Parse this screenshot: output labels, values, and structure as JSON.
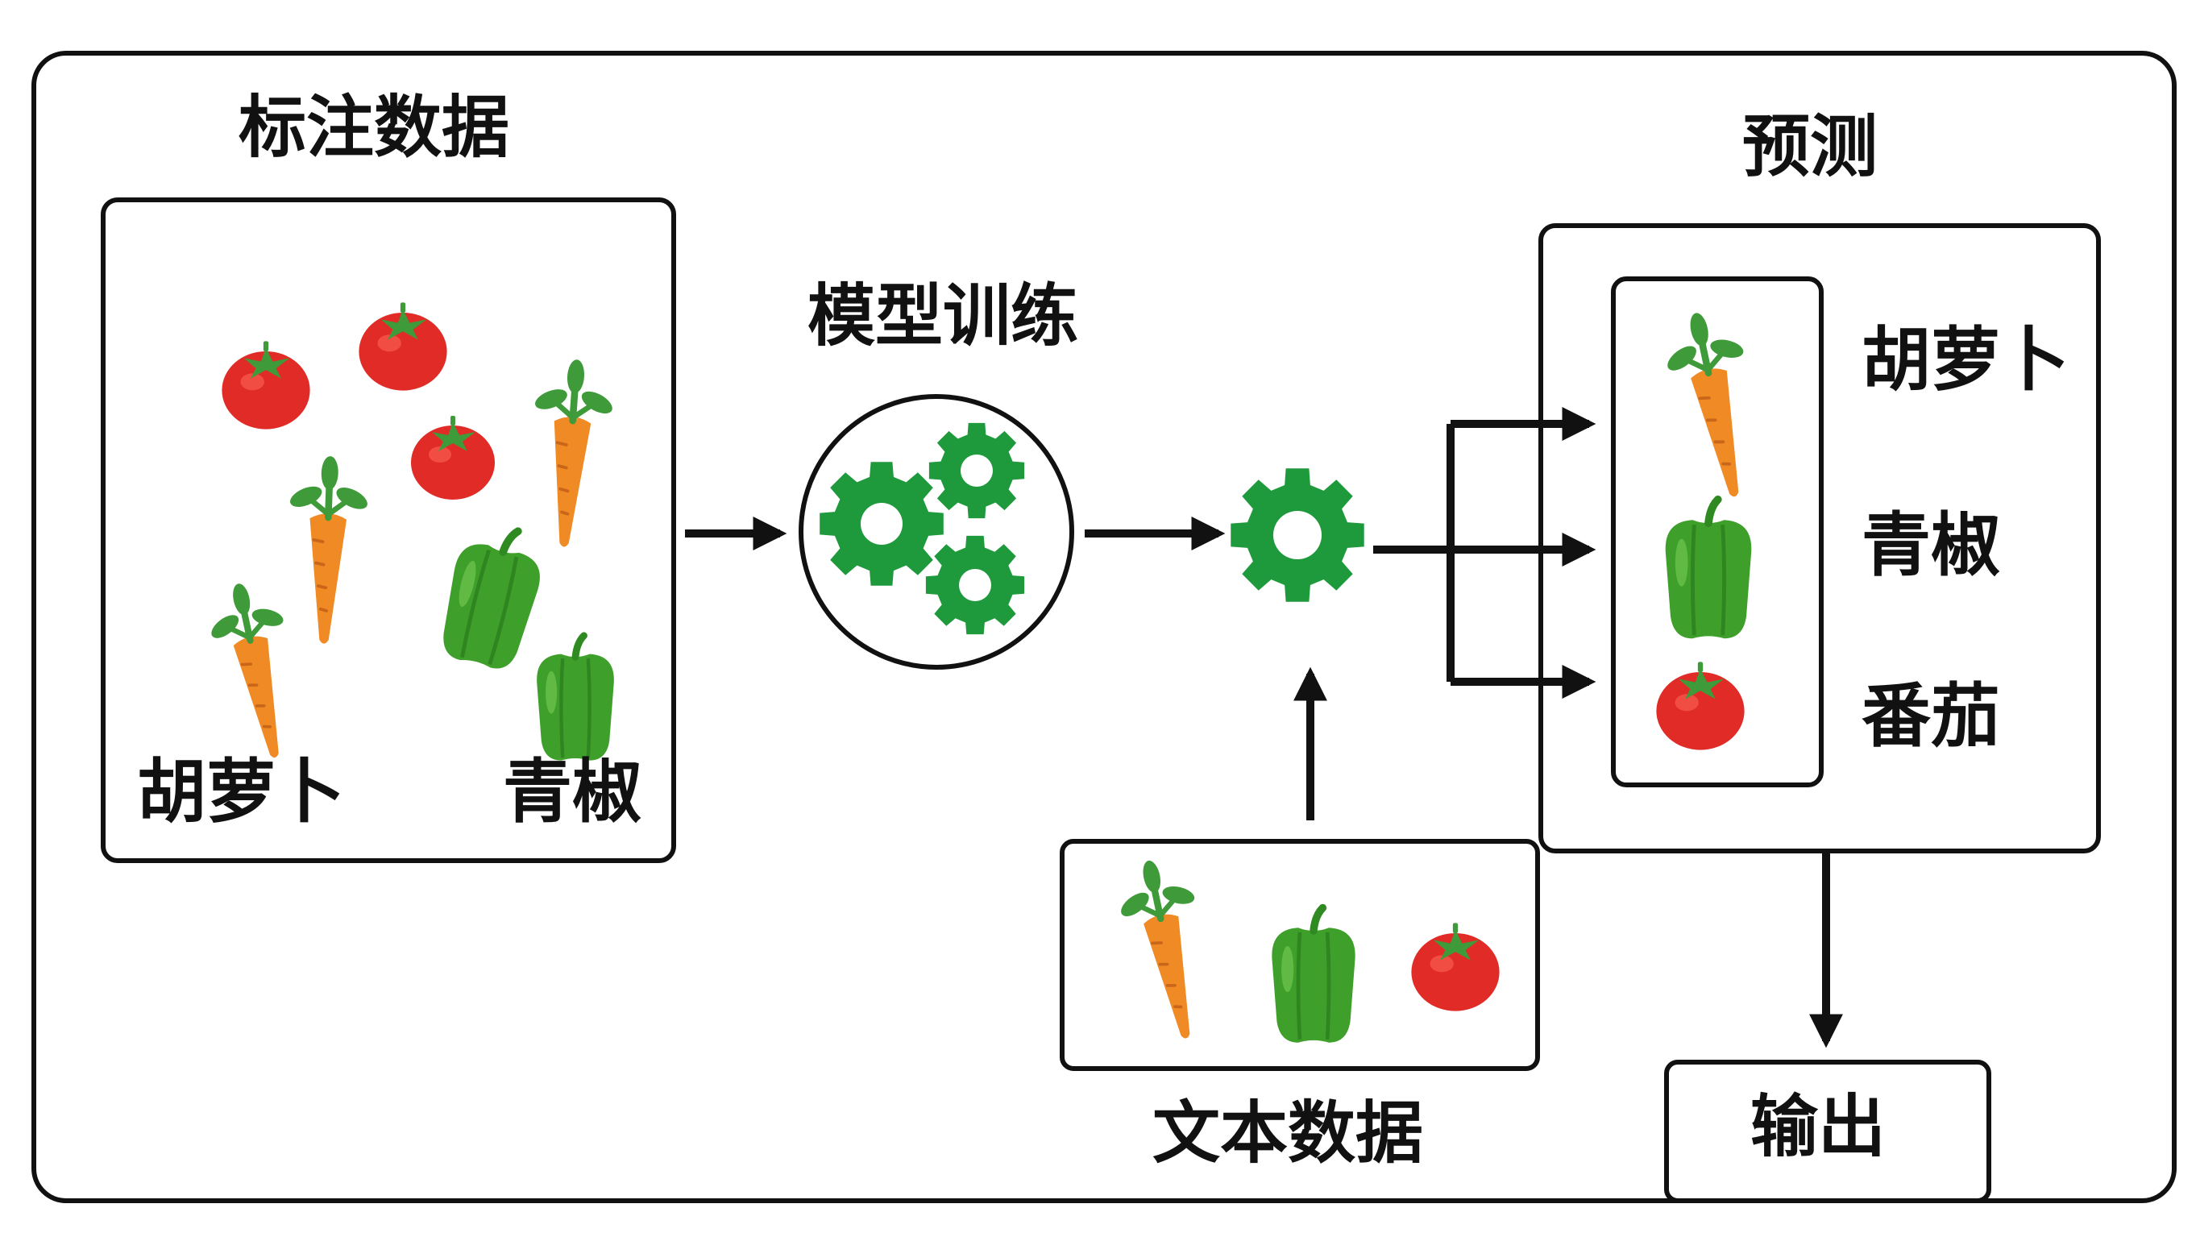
{
  "labels": {
    "labeled_data": "标注数据",
    "model_training": "模型训练",
    "prediction": "预测",
    "text_data": "文本数据",
    "output": "输出",
    "input_carrot": "胡萝卜",
    "input_pepper": "青椒",
    "pred_carrot": "胡萝卜",
    "pred_pepper": "青椒",
    "pred_tomato": "番茄"
  },
  "colors": {
    "stroke": "#111111",
    "gear": "#1e9a3c",
    "tomato": "#e02b26",
    "carrot": "#f08a24",
    "pepper": "#3ea02a",
    "leaf": "#3f9a3a"
  },
  "icons": {
    "model_gears": "gears-icon",
    "inference": "gear-icon",
    "vegetables": [
      "tomato-icon",
      "carrot-icon",
      "pepper-icon"
    ]
  }
}
